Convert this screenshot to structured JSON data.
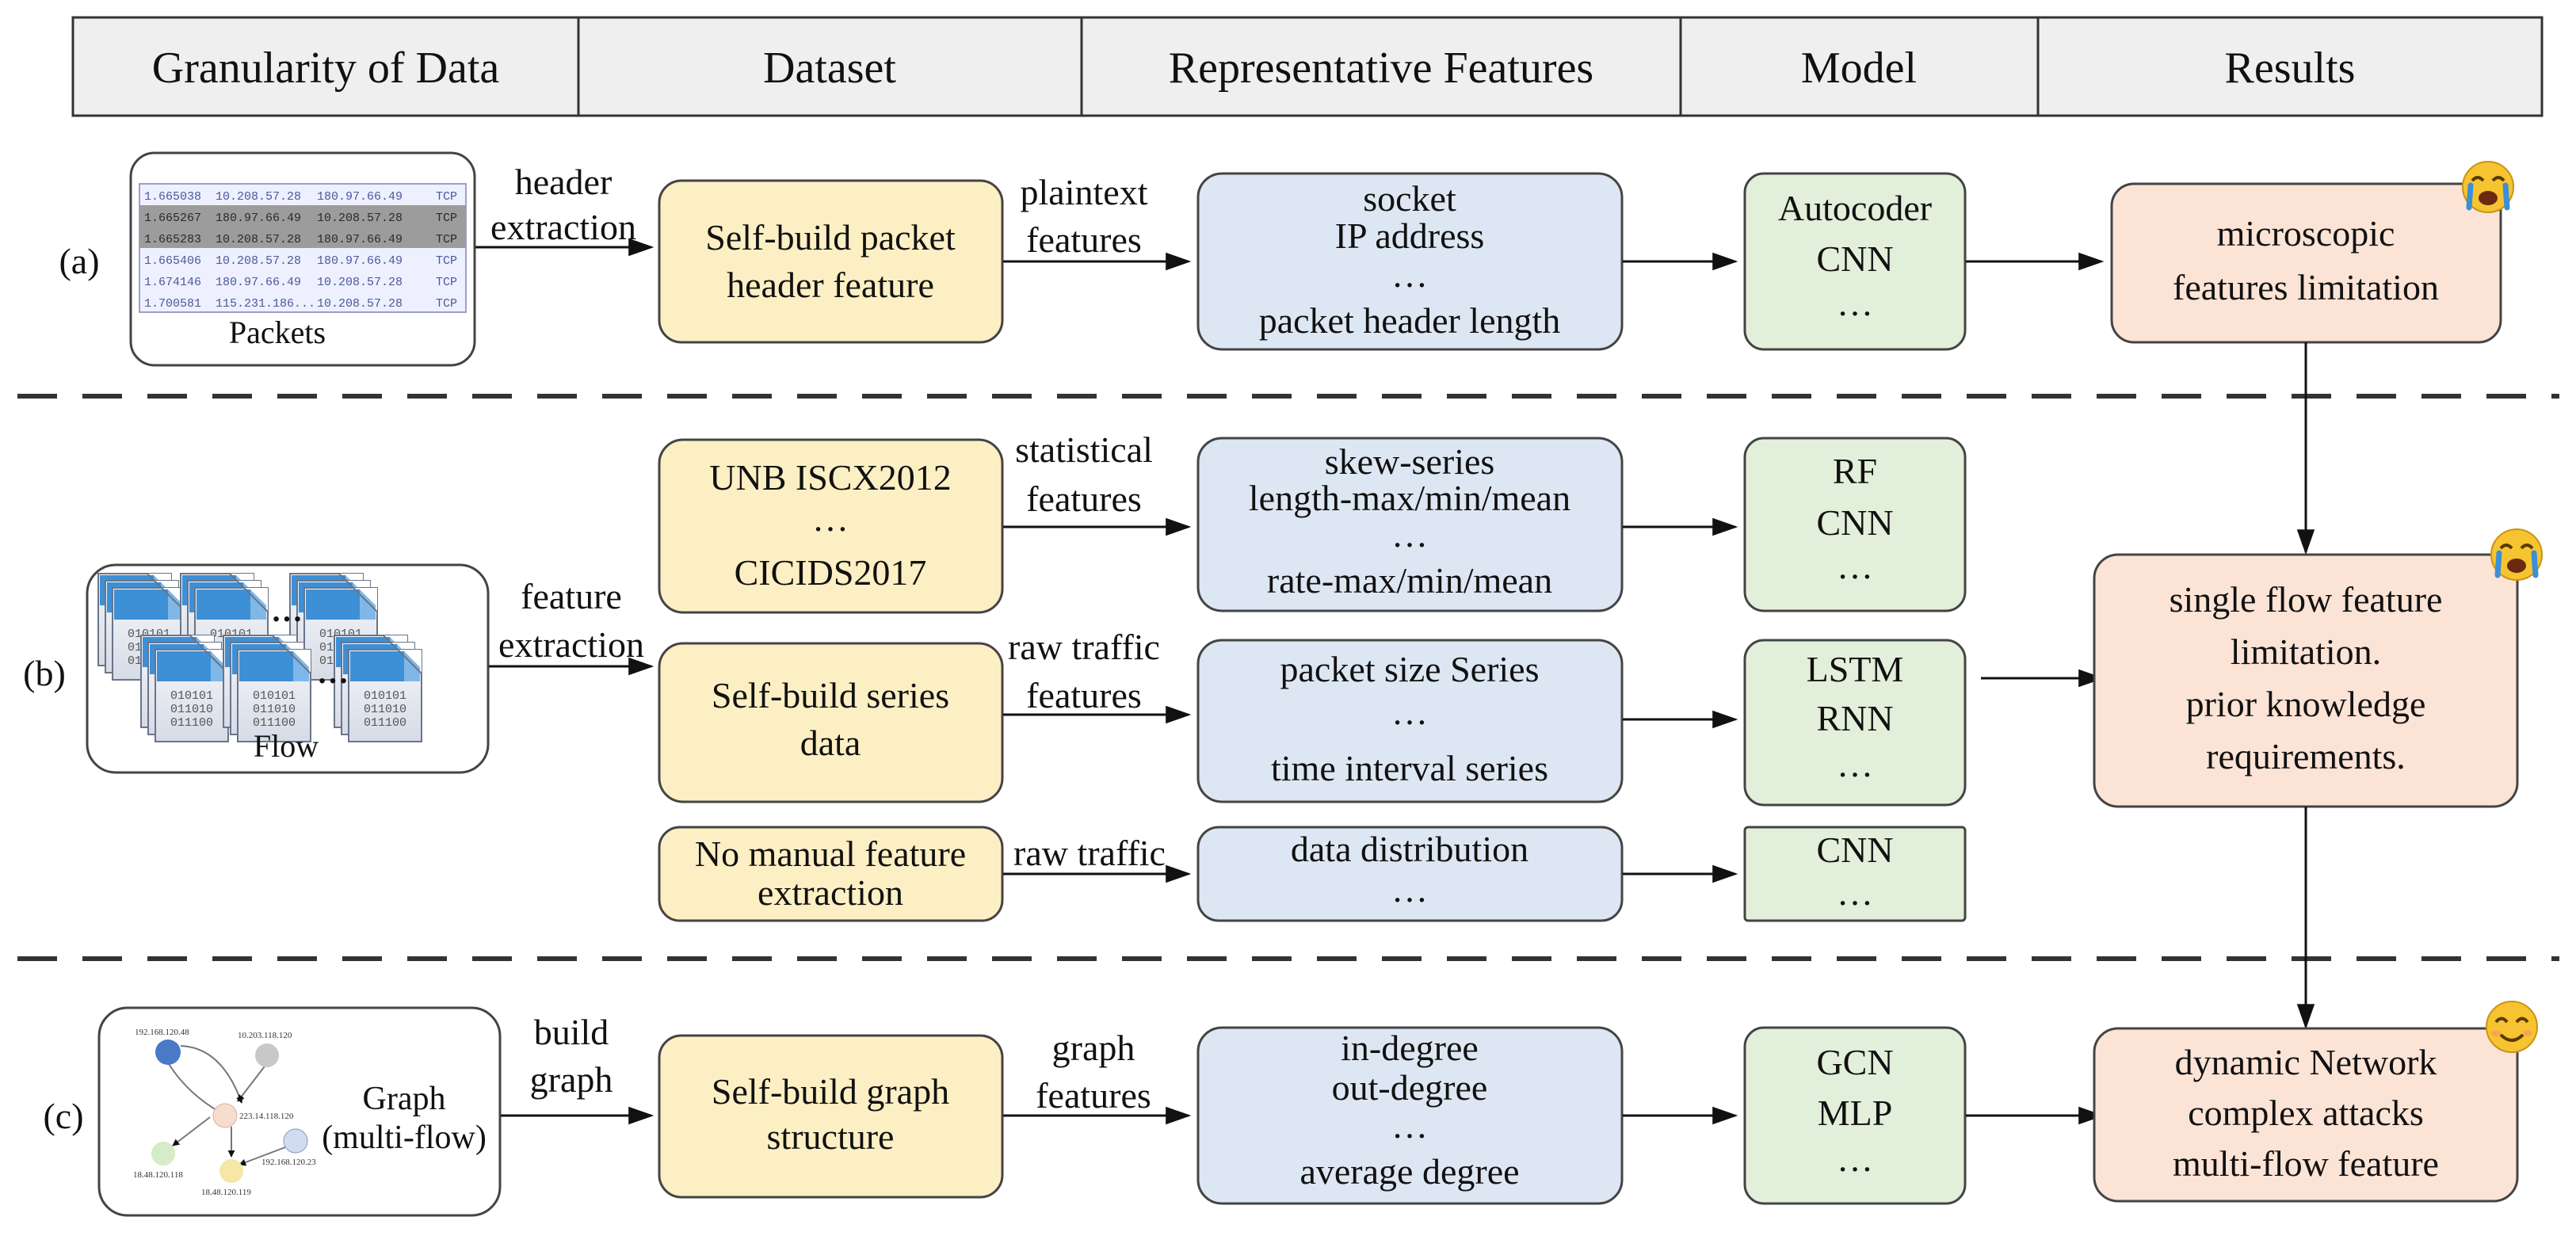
{
  "header": {
    "columns": [
      "Granularity of Data",
      "Dataset",
      "Representative Features",
      "Model",
      "Results"
    ]
  },
  "rows": {
    "a": {
      "label": "(a)",
      "input_caption": "Packets",
      "packet_lines": [
        [
          "1.665038",
          "10.208.57.28",
          "180.97.66.49",
          "TCP"
        ],
        [
          "1.665267",
          "180.97.66.49",
          "10.208.57.28",
          "TCP"
        ],
        [
          "1.665283",
          "10.208.57.28",
          "180.97.66.49",
          "TCP"
        ],
        [
          "1.665406",
          "10.208.57.28",
          "180.97.66.49",
          "TCP"
        ],
        [
          "1.674146",
          "180.97.66.49",
          "10.208.57.28",
          "TCP"
        ],
        [
          "1.700581",
          "115.231.186...",
          "10.208.57.28",
          "TCP"
        ]
      ],
      "arrow1": [
        "header",
        "extraction"
      ],
      "dataset": [
        "Self-build packet",
        "header feature"
      ],
      "arrow2": [
        "plaintext",
        "features"
      ],
      "features": [
        "socket",
        "IP address",
        "…",
        "packet header length"
      ],
      "model": [
        "Autocoder",
        "CNN",
        "…"
      ],
      "result": [
        "microscopic",
        "features limitation"
      ],
      "emoji": "crying-face"
    },
    "b": {
      "label": "(b)",
      "input_caption": "Flow",
      "file_text": [
        "010101",
        "011010",
        "011100"
      ],
      "dots": "…",
      "arrow1": [
        "feature",
        "extraction"
      ],
      "sub": [
        {
          "dataset": [
            "UNB ISCX2012",
            "…",
            "CICIDS2017"
          ],
          "arrow": [
            "statistical",
            "features"
          ],
          "features": [
            "skew-series",
            "length-max/min/mean",
            "…",
            "rate-max/min/mean"
          ],
          "model": [
            "RF",
            "CNN",
            "…"
          ]
        },
        {
          "dataset": [
            "Self-build series",
            "data"
          ],
          "arrow": [
            "raw traffic",
            "features"
          ],
          "features": [
            "packet size Series",
            "…",
            "time interval series"
          ],
          "model": [
            "LSTM",
            "RNN",
            "…"
          ]
        },
        {
          "dataset": [
            "No manual feature",
            "extraction"
          ],
          "arrow": [
            "raw traffic"
          ],
          "features": [
            "data distribution",
            "…"
          ],
          "model": [
            "CNN",
            "…"
          ]
        }
      ],
      "result": [
        "single flow feature",
        "limitation.",
        "prior knowledge",
        "requirements."
      ],
      "emoji": "crying-face"
    },
    "c": {
      "label": "(c)",
      "graph_caption": [
        "Graph",
        "(multi-flow)"
      ],
      "graph_nodes": [
        "192.168.120.48",
        "10.203.118.120",
        "223.14.118.120",
        "192.168.120.23",
        "18.48.120.118",
        "18.48.120.119"
      ],
      "arrow1": [
        "build",
        "graph"
      ],
      "dataset": [
        "Self-build graph",
        "structure"
      ],
      "arrow2": [
        "graph",
        "features"
      ],
      "features": [
        "in-degree",
        "out-degree",
        "…",
        "average degree"
      ],
      "model": [
        "GCN",
        "MLP",
        "…"
      ],
      "result": [
        "dynamic Network",
        "complex attacks",
        "multi-flow feature"
      ],
      "emoji": "smiling-face"
    }
  },
  "colors": {
    "dataset_fill": "#fdefc4",
    "feature_fill": "#dde7f3",
    "model_fill": "#e2efda",
    "result_fill": "#fbe3d6",
    "header_fill": "#efefef",
    "stroke": "#333333",
    "emoji_yellow": "#f7c431",
    "tear_blue": "#3a8fd8"
  }
}
